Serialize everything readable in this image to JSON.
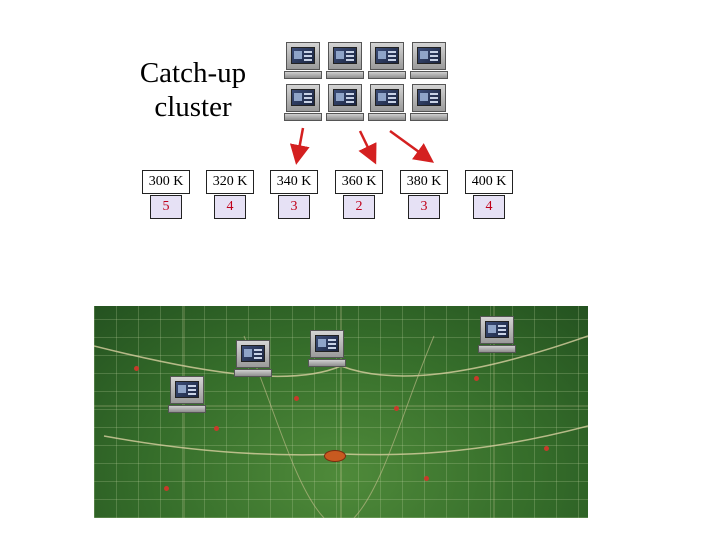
{
  "title_lines": [
    "Catch-up",
    "cluster"
  ],
  "temperatures": [
    "300 K",
    "320 K",
    "340 K",
    "360 K",
    "380 K",
    "400 K"
  ],
  "counts": [
    "5",
    "4",
    "3",
    "2",
    "3",
    "4"
  ],
  "colors": {
    "count_text": "#c0001a",
    "count_bg": "#e6e1f5",
    "arrow": "#d42020",
    "board": "#356d2a"
  },
  "icons": [
    "computer-icon"
  ]
}
